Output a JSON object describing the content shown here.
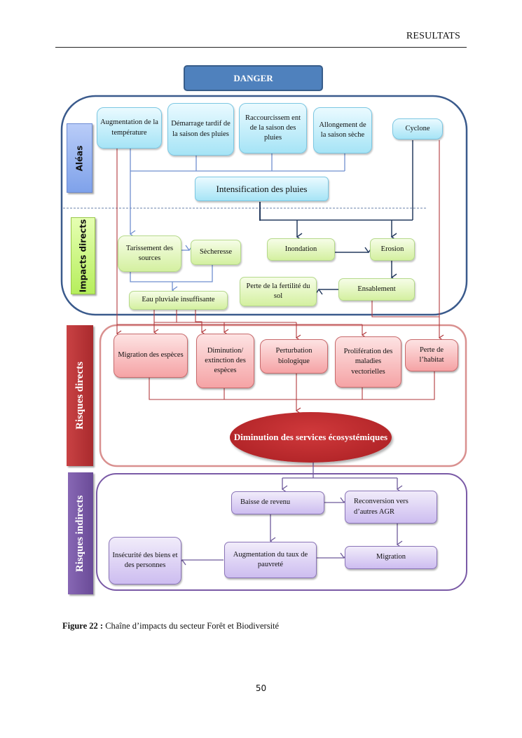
{
  "header": {
    "section_title": "RESULTATS"
  },
  "diagram": {
    "danger_label": "DANGER",
    "side_labels": {
      "aleas": "Aléas",
      "impacts_directs": "Impacts directs",
      "risques_directs": "Risques directs",
      "risques_indirects": "Risques indirects"
    },
    "aleas": [
      "Augmentation de la température",
      "Démarrage tardif de la saison des pluies",
      "Raccourcissem ent de la saison des pluies",
      "Allongement de la saison sèche",
      "Cyclone"
    ],
    "intensification": "Intensification des pluies",
    "impacts": {
      "tarissement": "Tarissement des sources",
      "secheresse": "Sècheresse",
      "inondation": "Inondation",
      "erosion": "Erosion",
      "ensablement": "Ensablement",
      "perte_fertilite": "Perte de la fertilité du sol",
      "eau_pluviale": "Eau pluviale insuffisante"
    },
    "risques_directs": [
      "Migration des espèces",
      "Diminution/ extinction des espèces",
      "Perturbation biologique",
      "Prolifération des maladies vectorielles",
      "Perte de l’habitat"
    ],
    "services": "Diminution des services écosystémiques",
    "risques_indirects": {
      "baisse_revenu": "Baisse de revenu",
      "reconversion": "Reconversion vers d’autres AGR",
      "insecurite": "Insécurité des biens et des personnes",
      "pauvrete": "Augmentation du taux de pauvreté",
      "migration": "Migration"
    },
    "colors": {
      "aleas_frame": "#3a5a8c",
      "risques_directs_frame": "#d9908f",
      "risques_indirects_frame": "#7a5aa6",
      "red_connector": "#b23a3d",
      "blue_connector": "#6f8fcf",
      "dark_connector": "#243a5e",
      "purple_connector": "#6e5a9a"
    }
  },
  "caption": {
    "label": "Figure 22 :",
    "text": " Chaîne d’impacts du secteur Forêt et Biodiversité"
  },
  "page_number": "50"
}
